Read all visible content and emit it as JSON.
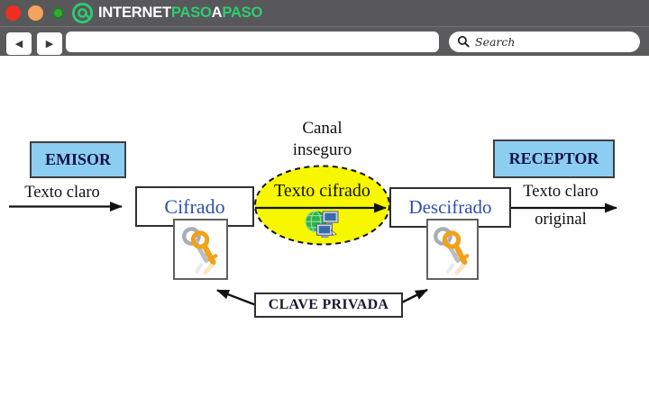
{
  "browser": {
    "window_controls": {
      "close": "red-circle",
      "minimize": "orange-circle",
      "maximize": "green-circle"
    },
    "logo": {
      "icon": "green-at-spiral",
      "segments": [
        {
          "text": "INTERNET",
          "color": "#ffffff"
        },
        {
          "text": "PASO",
          "color": "#2ecc71"
        },
        {
          "text": "A",
          "color": "#ffffff"
        },
        {
          "text": "PASO",
          "color": "#2ecc71"
        }
      ]
    },
    "nav": {
      "back_glyph": "◀",
      "forward_glyph": "▶",
      "address_value": ""
    },
    "search": {
      "icon": "magnifier",
      "placeholder": "Search"
    }
  },
  "diagram": {
    "emisor": "EMISOR",
    "receptor": "RECEPTOR",
    "texto_claro": "Texto claro",
    "cifrado": "Cifrado",
    "canal_line1": "Canal",
    "canal_line2": "inseguro",
    "texto_cifrado": "Texto cifrado",
    "descifrado": "Descifrado",
    "texto_claro_original_line1": "Texto claro",
    "texto_claro_original_line2": "original",
    "clave_privada": "CLAVE PRIVADA",
    "icons": {
      "left_key": "private-key-icon",
      "right_key": "private-key-icon",
      "channel": "network-computers-icon"
    }
  },
  "colors": {
    "chrome_gray": "#58585a",
    "logo_green": "#2ecc71",
    "light_red": "#ee2e1f",
    "light_orange": "#f2a35c",
    "light_green": "#35a838",
    "blue_box_fill": "#8ccdf2",
    "blue_box_text": "#13133f",
    "process_label_blue": "#2b50b4",
    "channel_yellow": "#f7f700",
    "arrow_black": "#111111",
    "key_gold": "#f2a11a",
    "key_silver": "#a8adb5"
  }
}
